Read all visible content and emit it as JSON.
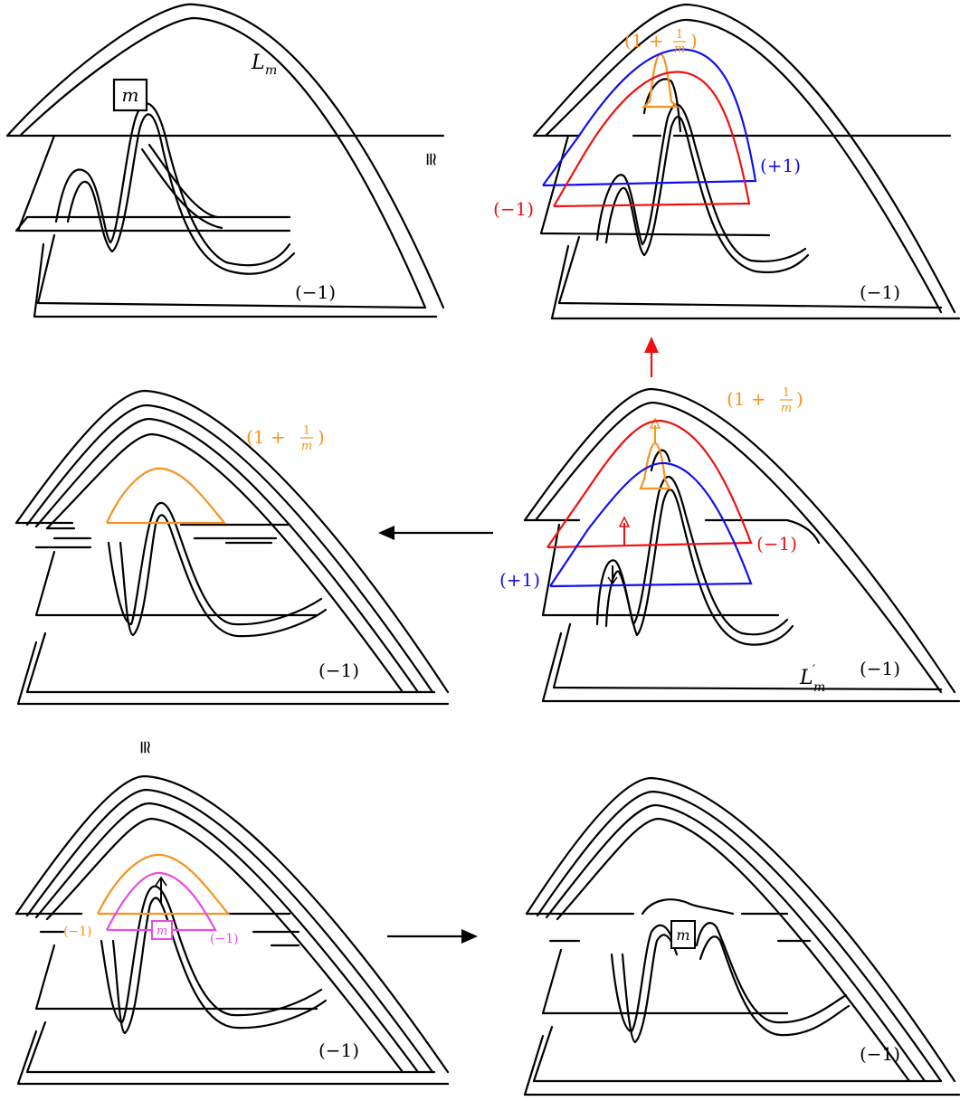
{
  "labels": {
    "L_m": "L",
    "L_m_sub": "m",
    "L_m_prime": "L",
    "L_m_prime_sup": "′",
    "L_m_prime_sub": "m",
    "m_box": "m",
    "minus_one": "(−1)",
    "plus_one": "(+1)",
    "one_plus_inv_m": "(1 + ",
    "frac_num": "1",
    "frac_den": "m",
    "close_paren": ")",
    "cong_horizontal": "≅",
    "cong_vertical": "≅"
  },
  "colors": {
    "black": "#000000",
    "orange": "#f7931e",
    "red": "#ee1111",
    "blue": "#1111ee",
    "magenta": "#e64ce6"
  }
}
